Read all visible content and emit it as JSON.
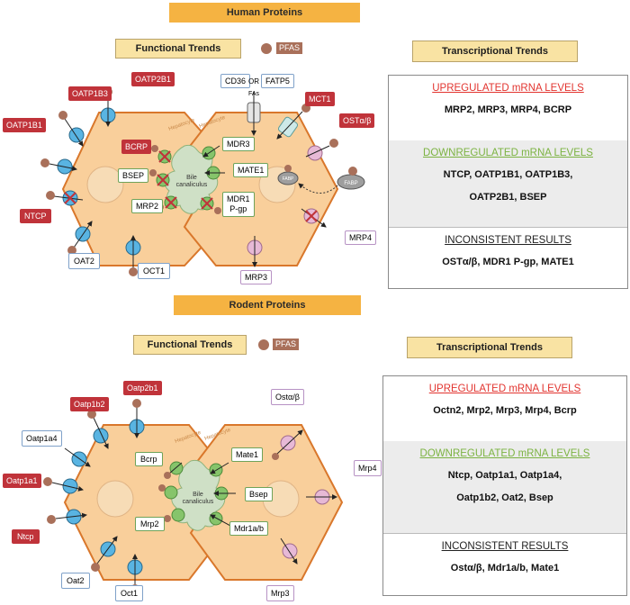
{
  "human": {
    "banner": "Human Proteins",
    "functional_title": "Functional Trends",
    "pfas_label": "PFAS",
    "transcriptional_title": "Transcriptional Trends",
    "labels": {
      "oatp2b1": "OATP2B1",
      "oatp1b3": "OATP1B3",
      "oatp1b1": "OATP1B1",
      "ntcp": "NTCP",
      "bcrp": "BCRP",
      "bsep": "BSEP",
      "mrp2": "MRP2",
      "mdr3": "MDR3",
      "mate1": "MATE1",
      "mdr1_line1": "MDR1",
      "mdr1_line2": "P-gp",
      "cd36": "CD36",
      "or": "OR",
      "fatp5": "FATP5",
      "fas": "FAs",
      "mct1": "MCT1",
      "ost": "OSTα/β",
      "fabp": "FABP",
      "mrp4": "MRP4",
      "mrp3": "MRP3",
      "oat2": "OAT2",
      "oct1": "OCT1",
      "hepatocyte": "Hepatocyte",
      "bile_line1": "Bile",
      "bile_line2": "canaliculus"
    },
    "upregulated": {
      "heading": "UPREGULATED mRNA LEVELS",
      "lines": [
        "MRP2, MRP3, MRP4, BCRP"
      ]
    },
    "downregulated": {
      "heading": "DOWNREGULATED mRNA LEVELS",
      "lines": [
        "NTCP, OATP1B1, OATP1B3,",
        "OATP2B1, BSEP"
      ]
    },
    "inconsistent": {
      "heading": "INCONSISTENT RESULTS",
      "lines": [
        "OSTα/β, MDR1 P-gp, MATE1"
      ]
    }
  },
  "rodent": {
    "banner": "Rodent Proteins",
    "functional_title": "Functional Trends",
    "pfas_label": "PFAS",
    "transcriptional_title": "Transcriptional Trends",
    "labels": {
      "oatp2b1": "Oatp2b1",
      "oatp1b2": "Oatp1b2",
      "oatp1a4": "Oatp1a4",
      "oatp1a1": "Oatp1a1",
      "ntcp": "Ntcp",
      "oat2": "Oat2",
      "oct1": "Oct1",
      "bcrp": "Bcrp",
      "mrp2": "Mrp2",
      "mate1": "Mate1",
      "bsep": "Bsep",
      "mdr1ab": "Mdr1a/b",
      "ost": "Ostα/β",
      "mrp4": "Mrp4",
      "mrp3": "Mrp3",
      "hepatocyte": "Hepatocyte",
      "bile_line1": "Bile",
      "bile_line2": "canaliculus"
    },
    "upregulated": {
      "heading": "UPREGULATED mRNA LEVELS",
      "lines": [
        "Octn2, Mrp2, Mrp3, Mrp4, Bcrp"
      ]
    },
    "downregulated": {
      "heading": "DOWNREGULATED mRNA LEVELS",
      "lines": [
        "Ntcp, Oatp1a1, Oatp1a4,",
        "Oatp1b2, Oat2, Bsep"
      ]
    },
    "inconsistent": {
      "heading": "INCONSISTENT RESULTS",
      "lines": [
        "Ostα/β, Mdr1a/b, Mate1"
      ]
    }
  },
  "colors": {
    "banner": "#f5b342",
    "cell_fill": "#f9cf9b",
    "cell_stroke": "#d9772b",
    "canaliculus": "#cfe0c6",
    "uptake_transporter": "#59b4e2",
    "efflux_green": "#86c46b",
    "efflux_pink": "#e7b9d6",
    "pfas": "#a9705a",
    "red_label": "#c0333a",
    "blue_label_border": "#7fa1c9",
    "up_text": "#e2342f",
    "down_text": "#7cb342"
  }
}
